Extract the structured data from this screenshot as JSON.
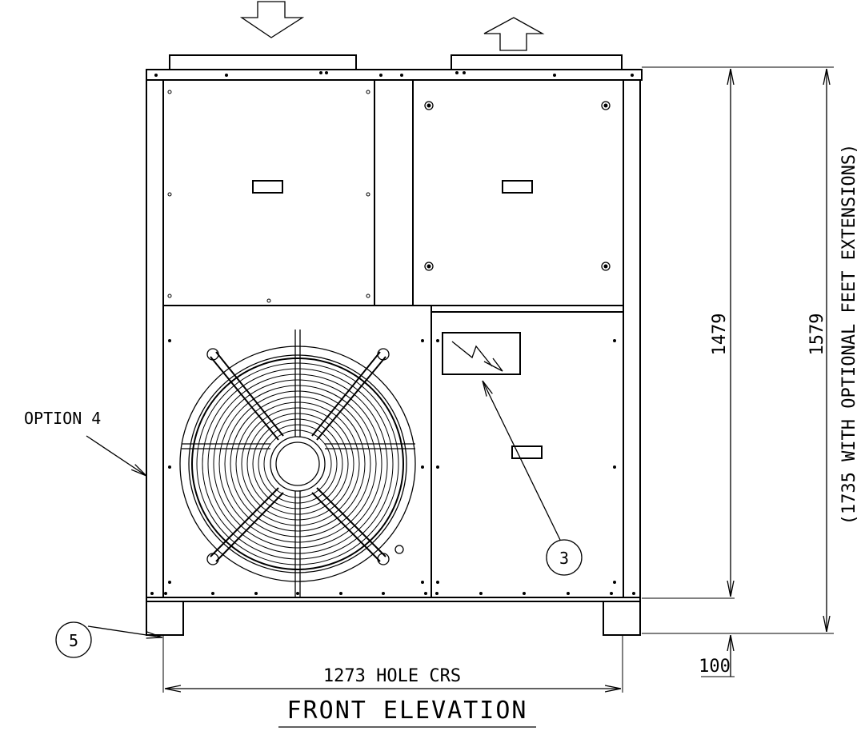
{
  "title": "FRONT ELEVATION",
  "labels": {
    "option": "OPTION 4",
    "callout_3": "3",
    "callout_5": "5"
  },
  "dimensions": {
    "height_body": "1479",
    "height_total": "1579",
    "height_note": "(1735 WITH OPTIONAL FEET EXTENSIONS)",
    "feet": "100",
    "width_holes": "1273 HOLE CRS"
  },
  "arrows": {
    "inlet": "down-arrow",
    "outlet": "up-arrow"
  }
}
